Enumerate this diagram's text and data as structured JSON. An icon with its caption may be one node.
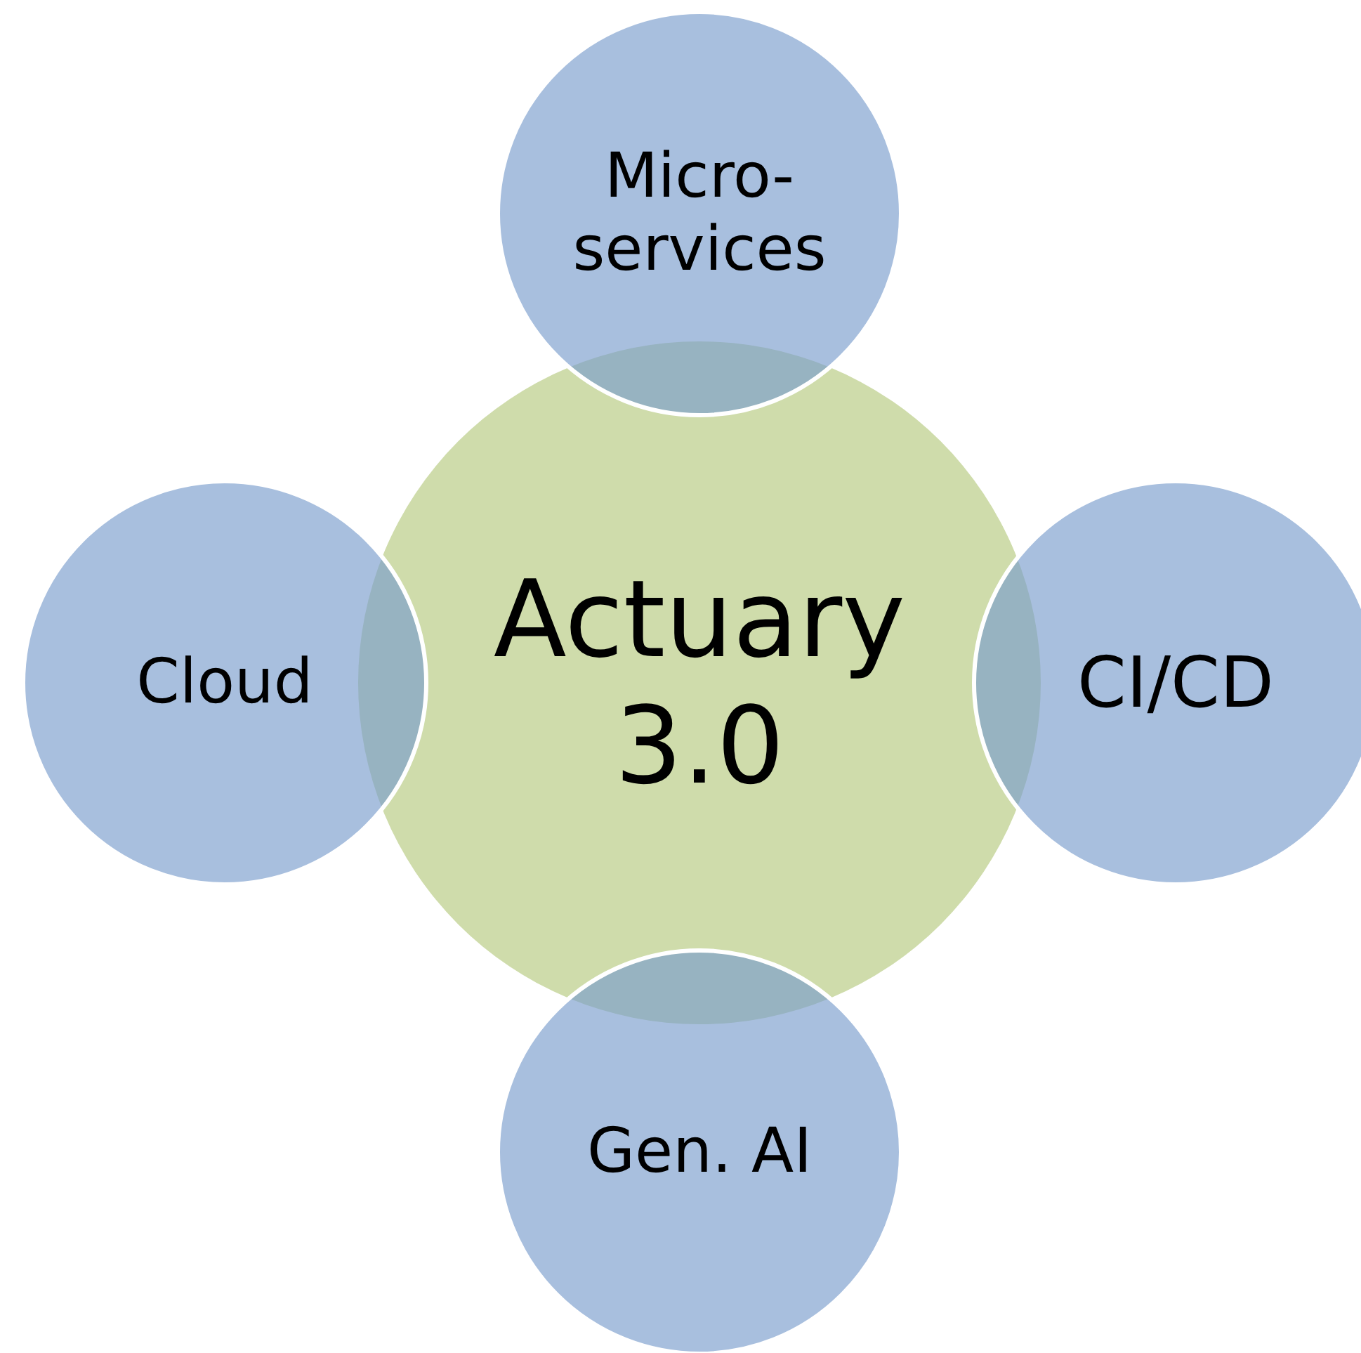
{
  "diagram": {
    "nodes": [
      {
        "text": [
          "Actuary 3.0"
        ]
      },
      {
        "text": [
          "Micro- services"
        ]
      },
      {
        "text": [
          "CI/CD"
        ]
      },
      {
        "text": [
          "Gen. AI"
        ]
      },
      {
        "text": [
          "Cloud"
        ]
      }
    ]
  }
}
